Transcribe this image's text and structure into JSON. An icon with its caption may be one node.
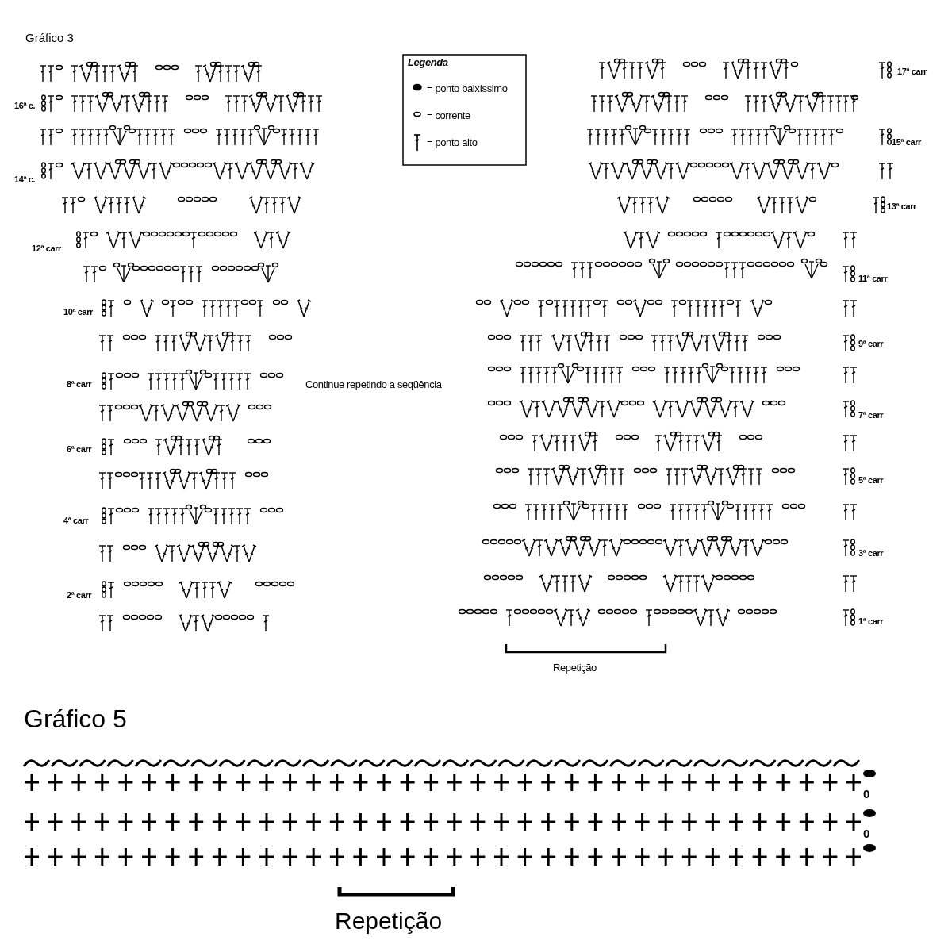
{
  "diagram": {
    "labels": [
      "Gráfico 3",
      "Legenda",
      "17ª carr",
      "16ª c.",
      "15ª carr",
      "14ª c.",
      "13ª carr",
      "12ª carr",
      "11ª carr",
      "10ª carr",
      "9ª carr",
      "8ª carr",
      "Continue repetindo a seqüência",
      "7ª carr",
      "6ª carr",
      "5ª carr",
      "4ª carr",
      "3ª carr",
      "2ª carr",
      "1ª carr",
      "Repetição",
      "Gráfico 5",
      "0",
      "0",
      "Repetição"
    ],
    "legend": [
      {
        "text": "= ponto baixíssimo"
      },
      {
        "text": "= corrente"
      },
      {
        "text": "= ponto alto"
      }
    ]
  }
}
